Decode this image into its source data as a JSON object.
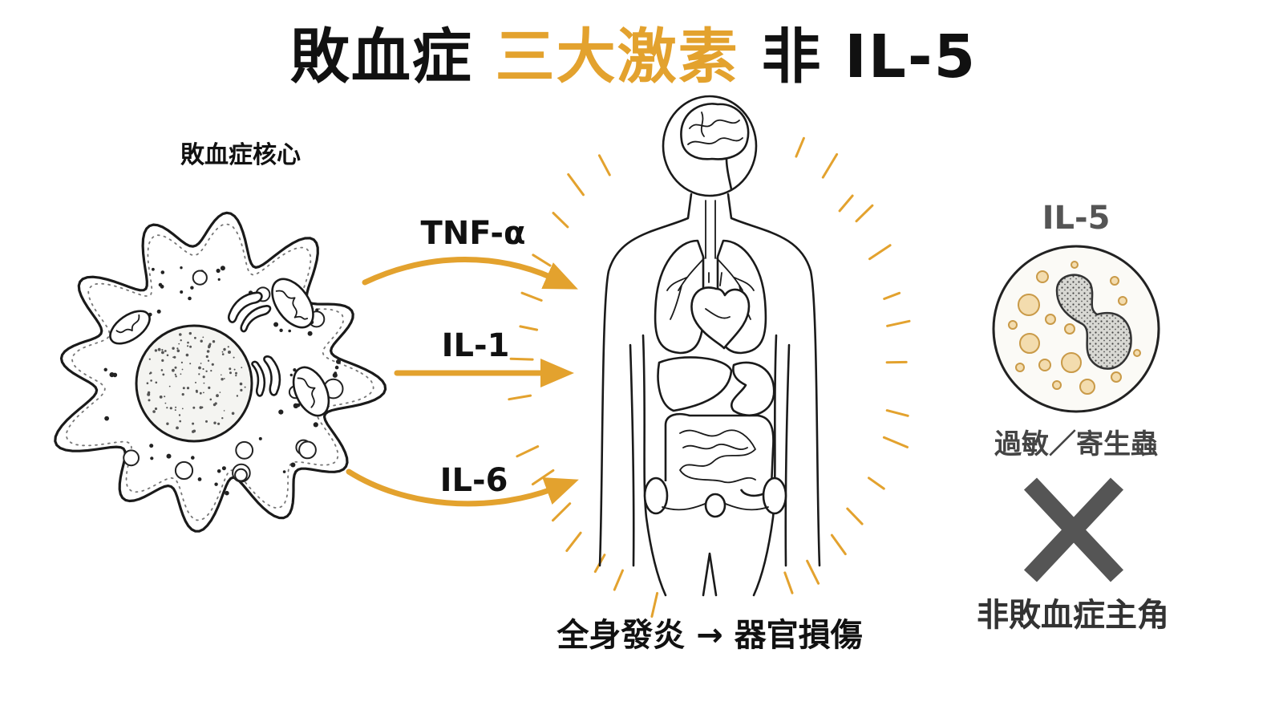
{
  "title": {
    "part1": "敗血症",
    "part2": "三大激素",
    "part3": "非 IL-5"
  },
  "sepsis_cell": {
    "label": "敗血症核心"
  },
  "cytokines": [
    {
      "label": "TNF-α"
    },
    {
      "label": "IL-1"
    },
    {
      "label": "IL-6"
    }
  ],
  "body": {
    "caption": "全身發炎 → 器官損傷"
  },
  "il5": {
    "label": "IL-5",
    "role": "過敏／寄生蟲",
    "verdict": "非敗血症主角"
  },
  "colors": {
    "accent": "#e3a22e",
    "ink": "#111111",
    "muted": "#555555",
    "verdict": "#333333"
  },
  "icons": {
    "cross": "cross-mark-icon"
  }
}
